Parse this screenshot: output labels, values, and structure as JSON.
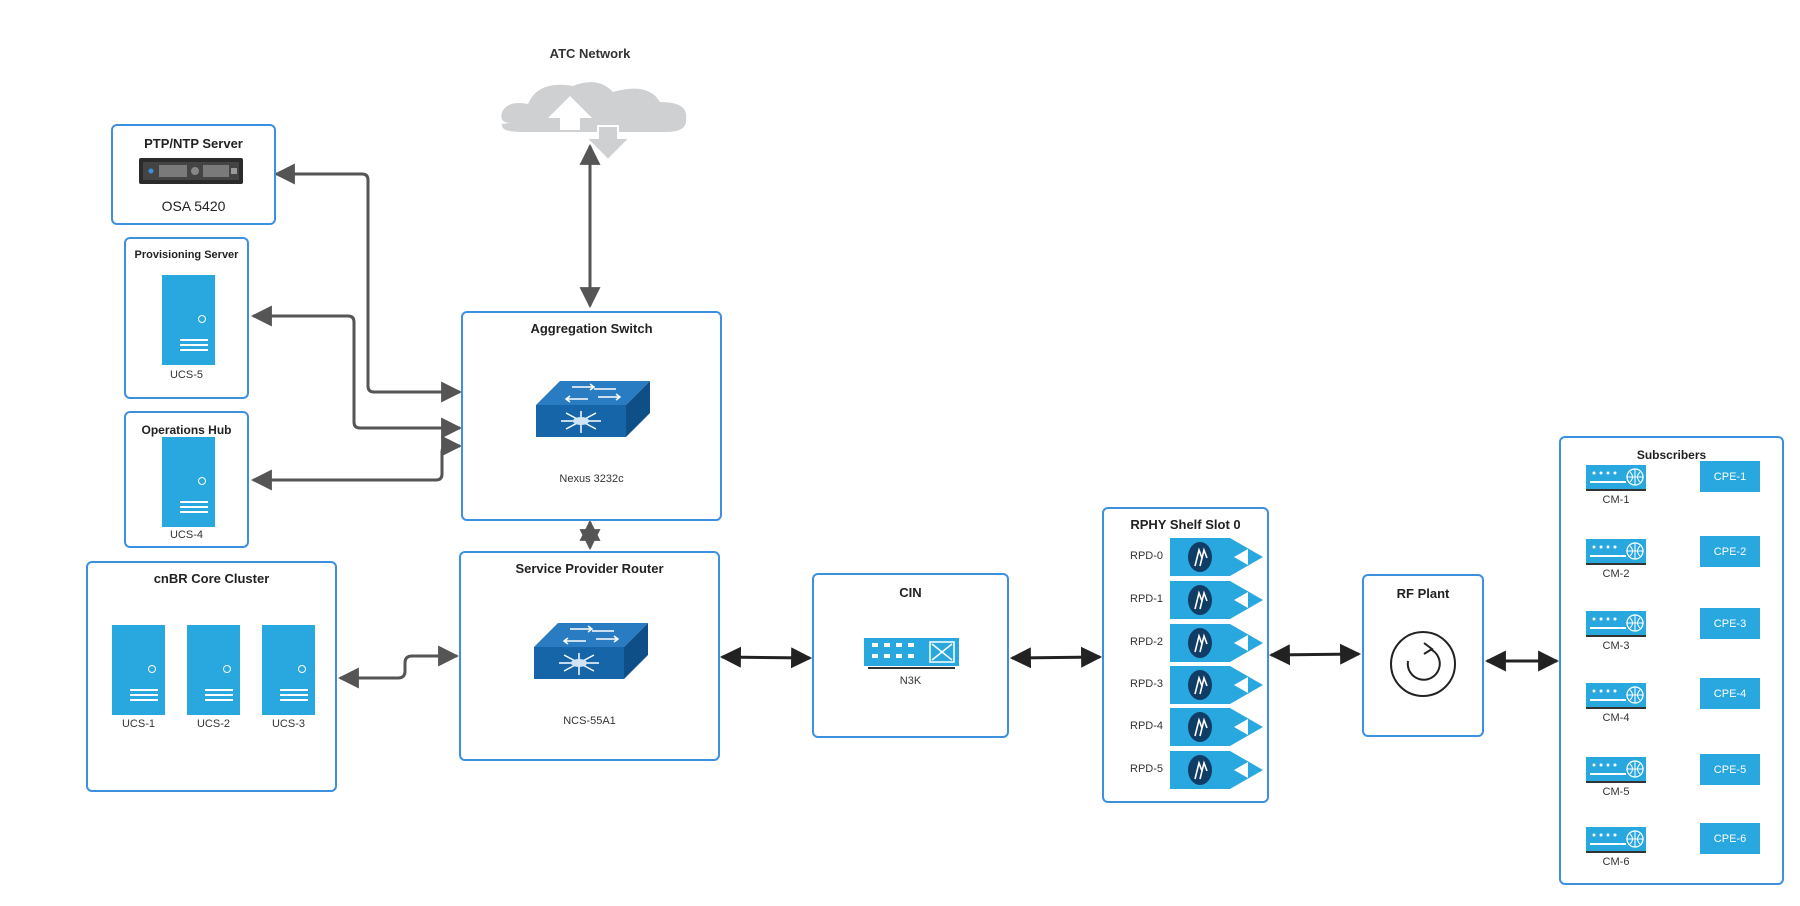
{
  "atc": {
    "title": "ATC Network"
  },
  "ptp": {
    "title": "PTP/NTP Server",
    "device": "OSA 5420"
  },
  "prov": {
    "title": "Provisioning Server",
    "device": "UCS-5"
  },
  "ops": {
    "title": "Operations Hub",
    "device": "UCS-4"
  },
  "cnbr": {
    "title": "cnBR Core Cluster",
    "devices": [
      "UCS-1",
      "UCS-2",
      "UCS-3"
    ]
  },
  "agg": {
    "title": "Aggregation Switch",
    "device": "Nexus 3232c"
  },
  "spr": {
    "title": "Service Provider Router",
    "device": "NCS-55A1"
  },
  "cin": {
    "title": "CIN",
    "device": "N3K"
  },
  "rphy": {
    "title": "RPHY Shelf Slot 0",
    "rpds": [
      "RPD-0",
      "RPD-1",
      "RPD-2",
      "RPD-3",
      "RPD-4",
      "RPD-5"
    ]
  },
  "rf": {
    "title": "RF Plant"
  },
  "subs": {
    "title": "Subscribers",
    "cms": [
      "CM-1",
      "CM-2",
      "CM-3",
      "CM-4",
      "CM-5",
      "CM-6"
    ],
    "cpes": [
      "CPE-1",
      "CPE-2",
      "CPE-3",
      "CPE-4",
      "CPE-5",
      "CPE-6"
    ]
  },
  "colors": {
    "accent": "#29a8e0",
    "border": "#3d8fe0",
    "switch": "#1565a8",
    "wire": "#555555"
  }
}
